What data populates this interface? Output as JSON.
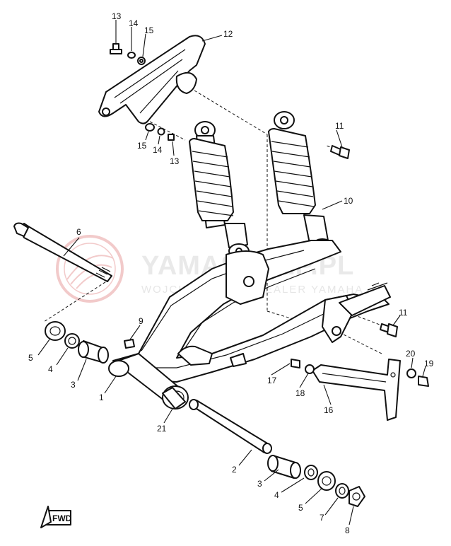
{
  "watermark": {
    "brand": "YAMASKLEP.PL",
    "subtitle": "WOJCIECHOWSKI DEALER YAMAHA",
    "logo_color": "#e8a0a0"
  },
  "fwd_label": "FWD",
  "callouts": [
    "1",
    "2",
    "3",
    "3",
    "4",
    "4",
    "5",
    "5",
    "6",
    "7",
    "8",
    "9",
    "10",
    "11",
    "11",
    "12",
    "13",
    "13",
    "14",
    "14",
    "15",
    "15",
    "16",
    "17",
    "18",
    "19",
    "20",
    "21"
  ]
}
